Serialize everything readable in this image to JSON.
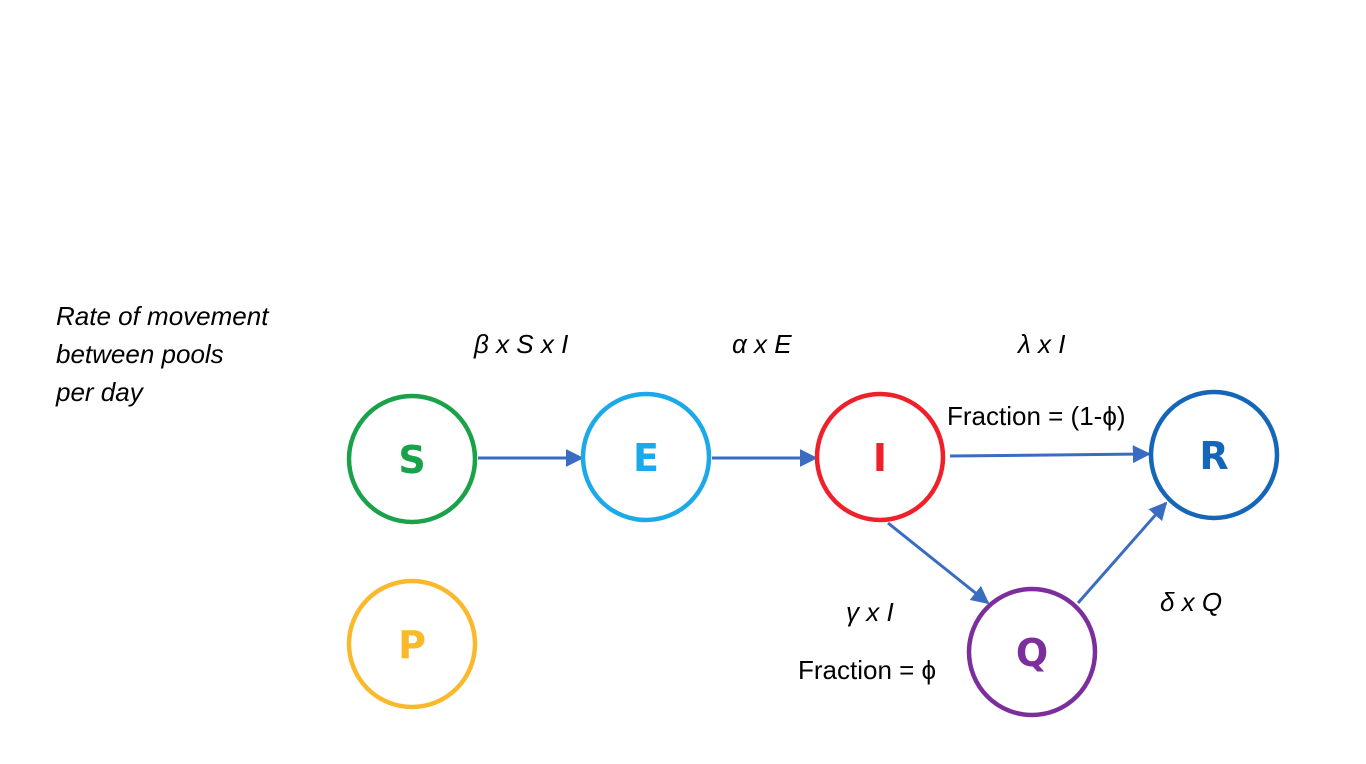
{
  "caption": {
    "lines": [
      "Rate of movement",
      "between pools",
      "per day"
    ]
  },
  "nodes": {
    "S": {
      "label": "S",
      "color": "#1aa24a"
    },
    "E": {
      "label": "E",
      "color": "#1ca9e9"
    },
    "I": {
      "label": "I",
      "color": "#f0202a"
    },
    "R": {
      "label": "R",
      "color": "#1566b8"
    },
    "Q": {
      "label": "Q",
      "color": "#7b2e9c"
    },
    "P": {
      "label": "P",
      "color": "#f9b92b"
    }
  },
  "edges": {
    "arrow_color": "#3a6cc2",
    "s_to_e": {
      "rate": "β x S x I"
    },
    "e_to_i": {
      "rate": "α x E"
    },
    "i_to_r": {
      "rate": "λ x I",
      "fraction": "Fraction = (1-ϕ)"
    },
    "i_to_q": {
      "rate": "γ x I",
      "fraction": "Fraction = ϕ"
    },
    "q_to_r": {
      "rate": "δ x Q"
    }
  }
}
